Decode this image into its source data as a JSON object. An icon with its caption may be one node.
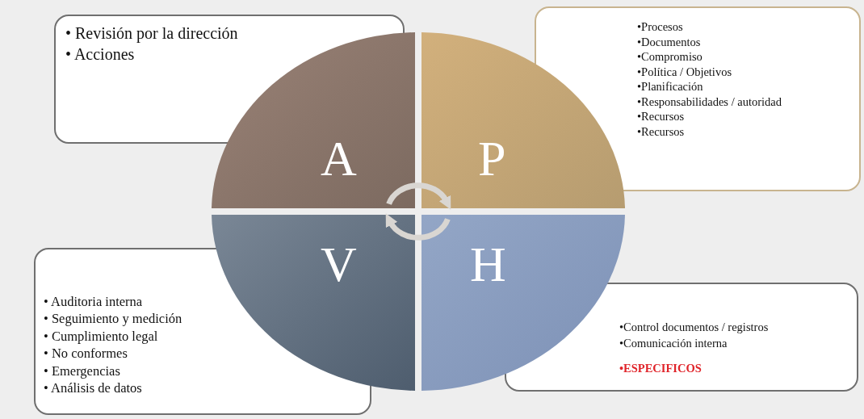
{
  "diagram": {
    "nodes": [
      {
        "text": [
          "• Revisión por la dirección",
          "• Acciones"
        ]
      },
      {
        "text": [
          "A"
        ]
      },
      {
        "text": [
          "P"
        ]
      },
      {
        "text": [
          "•Procesos",
          "•Documentos",
          "•Compromiso",
          "•Política / Objetivos",
          "•Planificación",
          "•Responsabilidades / autoridad",
          "•Recursos",
          "•Recursos"
        ]
      },
      {
        "text": [
          "• Auditoria interna",
          "• Seguimiento y medición",
          "• Cumplimiento legal",
          "• No conformes",
          "• Emergencias",
          "• Análisis de datos"
        ]
      },
      {
        "text": [
          "V"
        ]
      },
      {
        "text": [
          "H"
        ]
      },
      {
        "text": [
          "•Control documentos / registros",
          "•Comunicación interna",
          "•ESPECIFICOS"
        ]
      }
    ],
    "edges": [
      {
        "from": 1,
        "to": 2,
        "arrow": "to"
      },
      {
        "from": 6,
        "to": 5,
        "arrow": "to"
      }
    ]
  }
}
